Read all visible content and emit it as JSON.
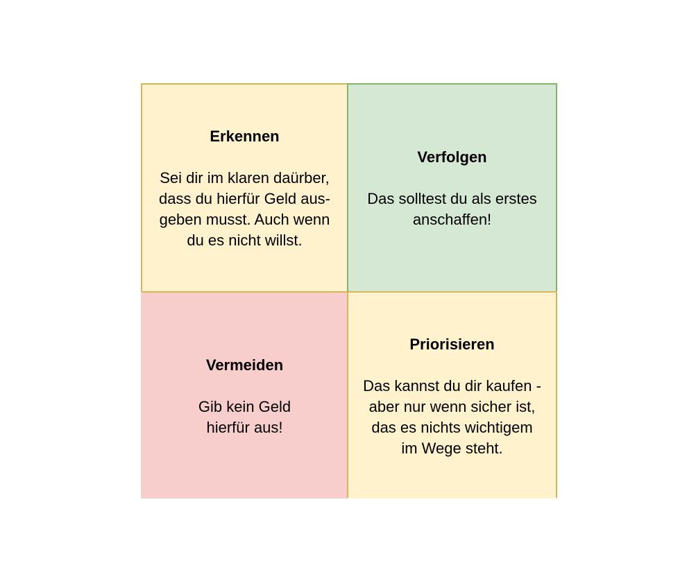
{
  "quadrants": {
    "top_left": {
      "title": "Erkennen",
      "lines": [
        "Sei dir im klaren daürber,",
        "dass du hierfür Geld aus-",
        "geben musst. Auch wenn",
        "du es nicht willst."
      ]
    },
    "top_right": {
      "title": "Verfolgen",
      "lines": [
        "Das solltest du als erstes",
        "anschaffen!"
      ]
    },
    "bottom_left": {
      "title": "Vermeiden",
      "lines": [
        "Gib kein Geld",
        "hierfür aus!"
      ]
    },
    "bottom_right": {
      "title": "Priorisieren",
      "lines": [
        "Das kannst du dir kaufen -",
        "aber nur wenn sicher ist,",
        "das es nichts wichtigem",
        "im Wege steht."
      ]
    }
  },
  "colors": {
    "yellow_fill": "#fff2cc",
    "yellow_border": "#d6b656",
    "green_fill": "#d5e8d4",
    "green_border": "#82b366",
    "red_fill": "#f8cecc"
  }
}
